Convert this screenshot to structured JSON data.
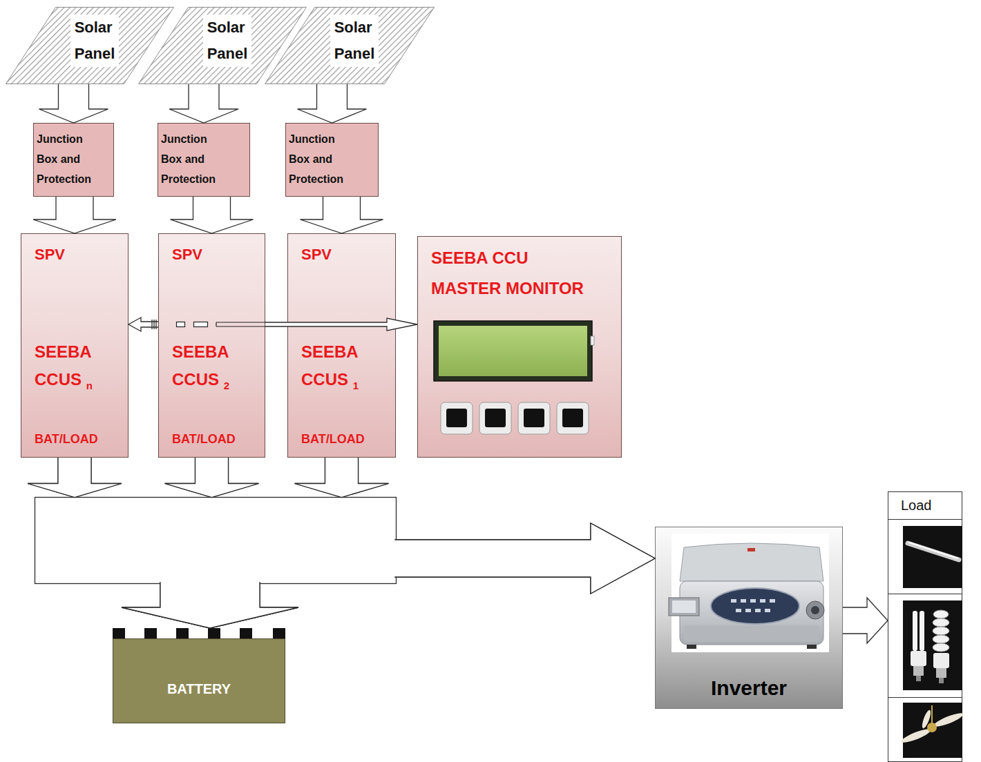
{
  "diagram": {
    "nodes": [
      {
        "text": [
          "Solar Panel"
        ]
      },
      {
        "text": [
          "Solar Panel"
        ]
      },
      {
        "text": [
          "Solar Panel"
        ]
      },
      {
        "text": [
          "Junction Box and Protection"
        ]
      },
      {
        "text": [
          "Junction Box and Protection"
        ]
      },
      {
        "text": [
          "Junction Box and Protection"
        ]
      },
      {
        "text": [
          "SPV",
          "SEEBA CCUS n",
          "BAT/LOAD"
        ]
      },
      {
        "text": [
          "SPV",
          "SEEBA CCUS 2",
          "BAT/LOAD"
        ]
      },
      {
        "text": [
          "SPV",
          "SEEBA CCUS 1",
          "BAT/LOAD"
        ]
      },
      {
        "text": [
          "SEEBA CCU MASTER MONITOR"
        ]
      },
      {
        "text": [
          "Inverter"
        ]
      },
      {
        "text": [
          "Load"
        ]
      },
      {
        "text": [
          "BATTERY"
        ]
      }
    ],
    "edges": [
      {
        "from": 0,
        "to": 3,
        "arrow": "to"
      },
      {
        "from": 1,
        "to": 4,
        "arrow": "to"
      },
      {
        "from": 2,
        "to": 5,
        "arrow": "to"
      },
      {
        "from": 3,
        "to": 6,
        "arrow": "to"
      },
      {
        "from": 4,
        "to": 7,
        "arrow": "to"
      },
      {
        "from": 5,
        "to": 8,
        "arrow": "to"
      },
      {
        "from": 7,
        "to": 6,
        "arrow": "to"
      },
      {
        "from": 7,
        "to": 9,
        "arrow": "to"
      },
      {
        "from": 6,
        "to": 12,
        "arrow": "to"
      },
      {
        "from": 7,
        "to": 12,
        "arrow": "to"
      },
      {
        "from": 8,
        "to": 12,
        "arrow": "to"
      },
      {
        "from": 6,
        "to": 10,
        "arrow": "to"
      },
      {
        "from": 7,
        "to": 10,
        "arrow": "to"
      },
      {
        "from": 8,
        "to": 10,
        "arrow": "to"
      },
      {
        "from": 10,
        "to": 11,
        "arrow": "to"
      }
    ]
  }
}
